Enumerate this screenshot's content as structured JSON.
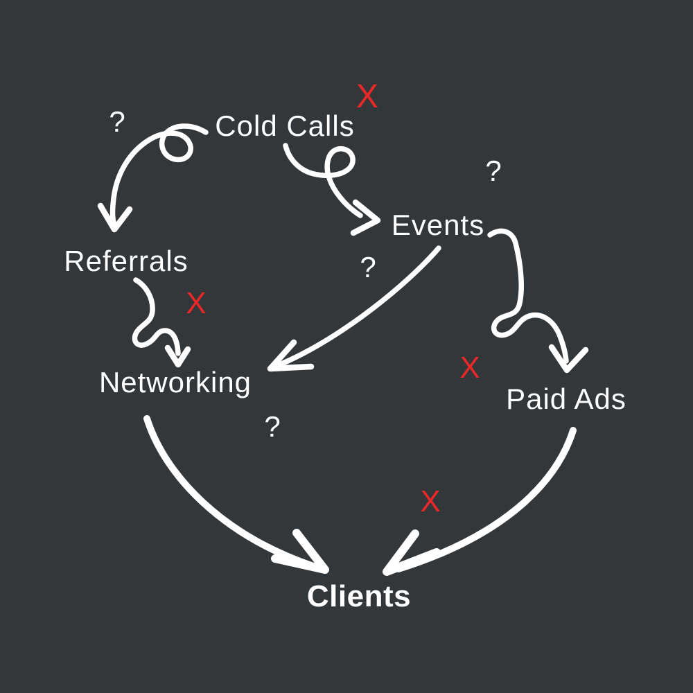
{
  "colors": {
    "background": "#34373a",
    "ink": "#ffffff",
    "cross": "#ea2828"
  },
  "nodes": [
    {
      "id": "cold-calls",
      "label": "Cold Calls"
    },
    {
      "id": "events",
      "label": "Events"
    },
    {
      "id": "referrals",
      "label": "Referrals"
    },
    {
      "id": "networking",
      "label": "Networking"
    },
    {
      "id": "paid-ads",
      "label": "Paid Ads"
    },
    {
      "id": "clients",
      "label": "Clients"
    }
  ],
  "edges": [
    {
      "from": "Cold Calls",
      "to": "Referrals"
    },
    {
      "from": "Cold Calls",
      "to": "Events"
    },
    {
      "from": "Referrals",
      "to": "Networking"
    },
    {
      "from": "Events",
      "to": "Networking"
    },
    {
      "from": "Events",
      "to": "Paid Ads"
    },
    {
      "from": "Networking",
      "to": "Clients"
    },
    {
      "from": "Paid Ads",
      "to": "Clients"
    }
  ],
  "question_marks": [
    {
      "symbol": "?",
      "near": "cold-calls-to-referrals-arrow"
    },
    {
      "symbol": "?",
      "near": "events-label"
    },
    {
      "symbol": "?",
      "near": "events-to-networking-arrow"
    },
    {
      "symbol": "?",
      "near": "networking-to-clients-arrow"
    }
  ],
  "cross_marks": [
    {
      "symbol": "X",
      "near": "cold-calls-label"
    },
    {
      "symbol": "X",
      "near": "referrals-to-networking-arrow"
    },
    {
      "symbol": "X",
      "near": "events-to-paid-ads-arrow"
    },
    {
      "symbol": "X",
      "near": "paid-ads-to-clients-arrow"
    }
  ]
}
